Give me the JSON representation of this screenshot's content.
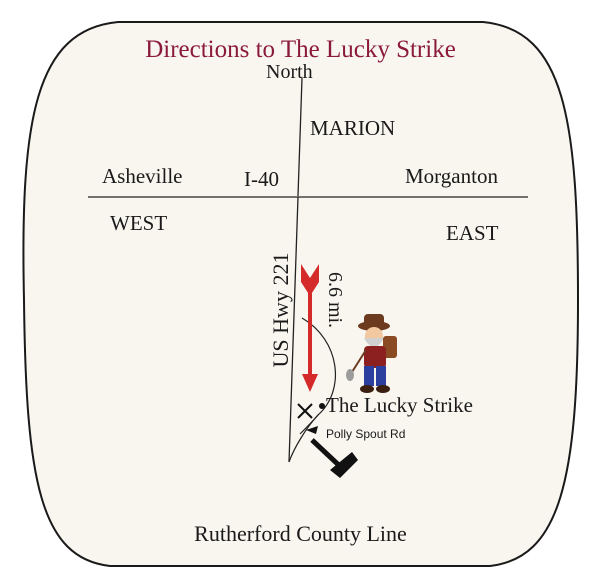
{
  "title": "Directions to The Lucky Strike",
  "compass": "North",
  "cities": {
    "marion": "MARION",
    "asheville": "Asheville",
    "morganton": "Morganton"
  },
  "highway_interstate": "I-40",
  "directions": {
    "west": "WEST",
    "east": "EAST"
  },
  "route": {
    "name": "US Hwy 221",
    "distance": "6.6 mi."
  },
  "destination": "The Lucky Strike",
  "side_road": "Polly Spout Rd",
  "boundary": "Rutherford County Line",
  "icons": [
    "miner-mascot-icon",
    "crossed-picks-icon",
    "arrow-down-icon",
    "pickaxe-icon"
  ],
  "colors": {
    "title": "#8b1a3a",
    "arrow": "#d42a2a",
    "frame": "#1a1a1a",
    "background": "#f8f6ef"
  }
}
